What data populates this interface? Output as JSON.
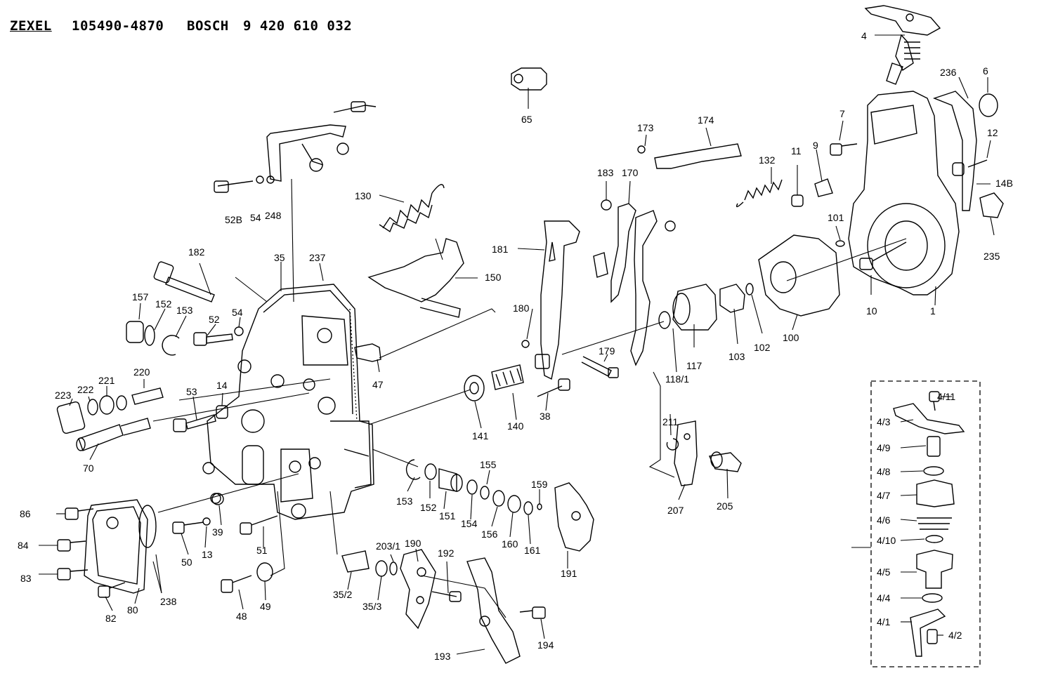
{
  "header": {
    "brand_a": "ZEXEL",
    "part_a": "105490-4870",
    "brand_b": "BOSCH",
    "part_b": "9 420 610 032"
  },
  "callouts": [
    "4",
    "65",
    "236",
    "6",
    "173",
    "174",
    "7",
    "9",
    "12",
    "14B",
    "11",
    "132",
    "183",
    "170",
    "130",
    "181",
    "101",
    "235",
    "150",
    "182",
    "35",
    "237",
    "10",
    "1",
    "157",
    "152",
    "153",
    "52",
    "54",
    "180",
    "179",
    "117",
    "103",
    "102",
    "100",
    "118/1",
    "47",
    "221",
    "220",
    "222",
    "223",
    "53",
    "14",
    "141",
    "140",
    "38",
    "211",
    "70",
    "4/11",
    "4/3",
    "4/9",
    "4/8",
    "155",
    "159",
    "4/7",
    "86",
    "153",
    "152",
    "151",
    "154",
    "156",
    "160",
    "161",
    "207",
    "205",
    "4/6",
    "84",
    "39",
    "13",
    "51",
    "191",
    "4/10",
    "83",
    "50",
    "190",
    "192",
    "4/5",
    "35/2",
    "35/3",
    "4/4",
    "82",
    "80",
    "238",
    "48",
    "49",
    "4/1",
    "4/2",
    "194",
    "193",
    "203/1",
    "52B",
    "54",
    "248"
  ]
}
